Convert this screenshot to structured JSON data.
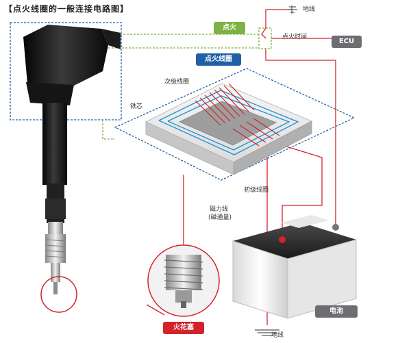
{
  "title": "【点火线圈的一般连接电路图】",
  "labels": {
    "ignition": "点火",
    "ignition_timing": "点火时间",
    "ecu": "ECU",
    "ground_top": "地线",
    "ignition_coil": "点火线圈",
    "secondary_coil": "次级线圈",
    "iron_core": "铁芯",
    "primary_coil": "初级线圈",
    "flux_line1": "磁力线",
    "flux_line2": "(磁通量)",
    "spark_plug": "火花塞",
    "battery": "电池",
    "ground_bottom": "地线"
  },
  "colors": {
    "red": "#d2232a",
    "blue": "#1f5fa8",
    "green": "#7cb342",
    "gray": "#6d6e71"
  }
}
